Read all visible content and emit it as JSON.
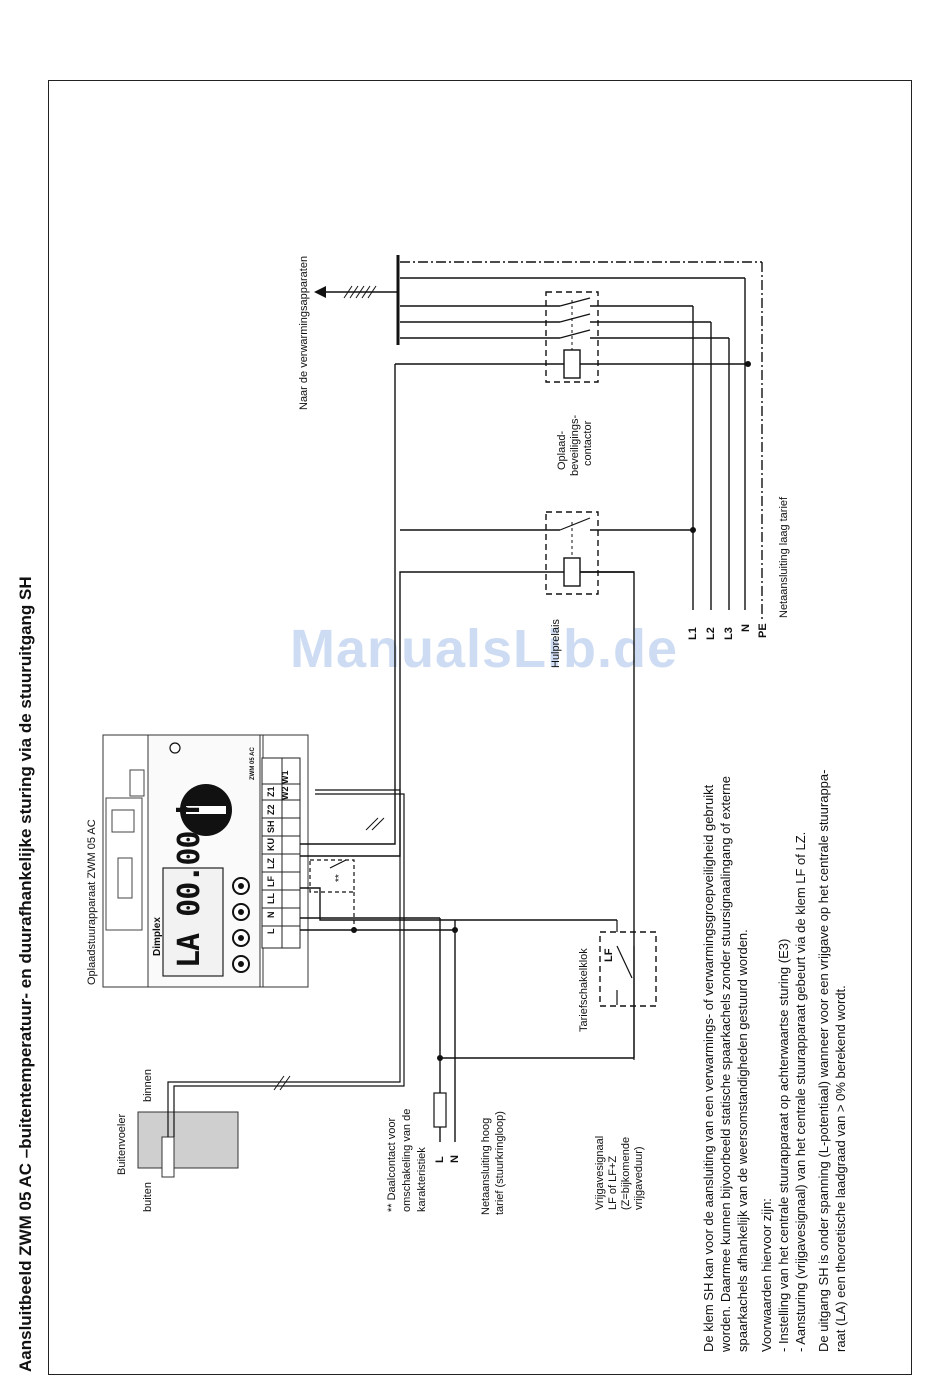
{
  "title": "Aansluitbeeld ZWM 05 AC –buitentemperatuur- en duurafhankelijke sturing via de stuuruitgang SH",
  "watermark": "ManualsLib.de",
  "device": {
    "label": "Oplaadstuurapparaat ZWM 05 AC",
    "brand": "Dimplex",
    "model": "ZWM 05 AC",
    "display": "LA 00.00 h",
    "terminals": [
      "L",
      "N",
      "LL",
      "LF",
      "LZ",
      "KU",
      "SH",
      "Z2",
      "Z1",
      "W2",
      "W1"
    ]
  },
  "labels": {
    "sensor": "Buitenvoeler",
    "outside": "buiten",
    "inside": "binnen",
    "heaters": "Naar de verwarmingsapparaten",
    "contactor": [
      "Oplaad-",
      "beveiligings-",
      "contactor"
    ],
    "relay": "Hulprelais",
    "timer": "Tariefschakelklok",
    "timer_contact": "LF",
    "changeover": [
      "** Daalcontact voor",
      "omschakeling van de",
      "karakteristiek"
    ],
    "stars": "**",
    "mains_high": [
      "Netaansluiting hoog",
      "tarief (stuurkringloop)"
    ],
    "mains_low": "Netaansluiting laag tarief",
    "release": [
      "Vrijgavesignaal",
      "LF of LF+Z",
      "(Z=bijkomende",
      "vrijgaveduur)"
    ],
    "L": "L",
    "N": "N",
    "phases": [
      "L1",
      "L2",
      "L3",
      "N",
      "PE"
    ]
  },
  "description": [
    "De klem SH kan voor de aansluiting van een verwarmings- of verwarmingsgroepveiligheid gebruikt",
    "worden. Daarmee kunnen bijvoorbeeld statische spaarkachels zonder stuursignaalingang of externe",
    "spaarkachels afhankelijk van de weersomstandigheden gestuurd worden.",
    "Voorwaarden hiervoor zijn:",
    "- Instelling van het centrale stuurapparaat op achterwaartse sturing (E3)",
    "- Aansturing (vrijgavesignaal) van het centrale stuurapparaat gebeurt via de klem LF of LZ.",
    "De uitgang SH is onder spanning (L-potentiaal) wanneer voor een vrijgave op het centrale stuurappa-",
    "raat (LA) een theoretische laadgraad van > 0% berekend wordt."
  ]
}
